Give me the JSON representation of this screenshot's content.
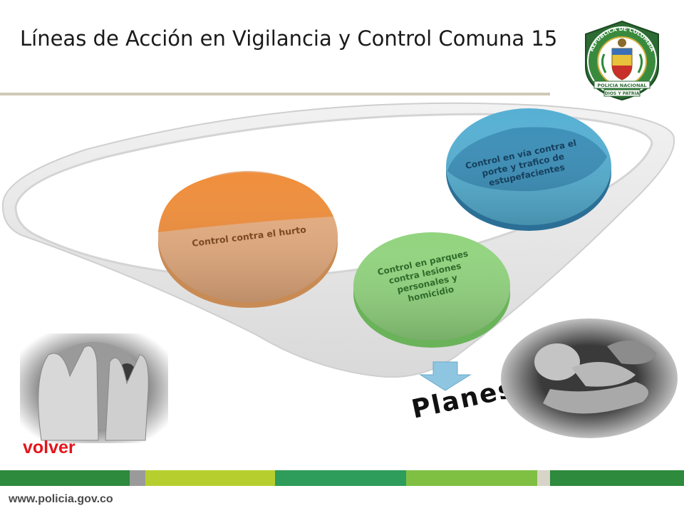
{
  "slide": {
    "title": "Líneas de Acción en Vigilancia y Control Comuna 15"
  },
  "emblem": {
    "top_text": "REPUBLICA DE COLOMBIA",
    "middle_text": "POLICIA NACIONAL",
    "bottom_text": "DIOS Y PATRIA"
  },
  "diagram": {
    "circles": [
      {
        "label": "Control contra el hurto",
        "color": "#ef9a4e"
      },
      {
        "label": "Control en parques contra lesiones personales y homicidio",
        "color": "#8fd17e"
      },
      {
        "label": "Control en vía contra el porte y trafico de estupefacientes",
        "color": "#4aa7c9"
      }
    ],
    "output_label": "Planes",
    "arrow_color": "#8ec6e2"
  },
  "nav": {
    "back_label": "volver"
  },
  "footer": {
    "url": "www.policia.gov.co",
    "stripe_colors": [
      "#2e8a3c",
      "#9a9a9a",
      "#b6cf2e",
      "#6ab83e",
      "#2e9c5a",
      "#7fc043",
      "#d8d4c8",
      "#2e8a3c"
    ]
  }
}
